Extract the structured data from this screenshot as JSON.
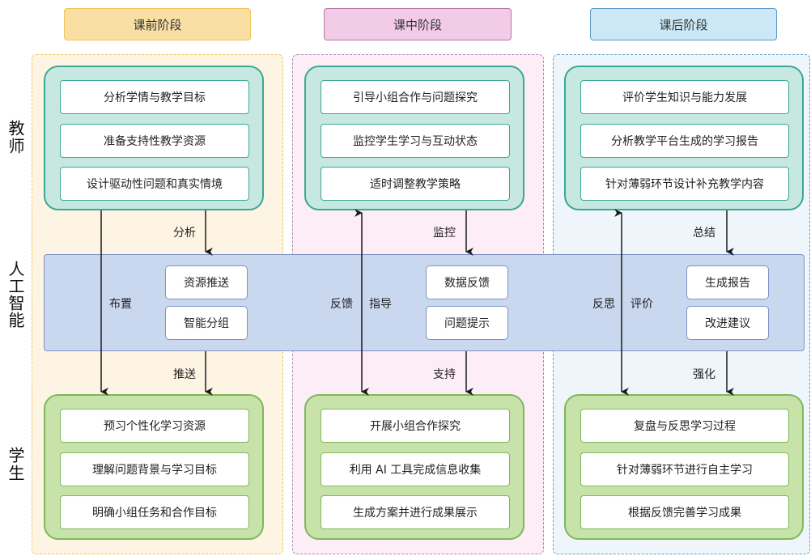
{
  "phases": [
    {
      "title": "课前阶段",
      "color": "#f9dfa4"
    },
    {
      "title": "课中阶段",
      "color": "#f2cbe6"
    },
    {
      "title": "课后阶段",
      "color": "#cce8f7"
    }
  ],
  "roles": {
    "teacher": "教师",
    "ai": "人工智能",
    "student": "学生"
  },
  "columns": [
    {
      "teacher_items": [
        "分析学情与教学目标",
        "准备支持性教学资源",
        "设计驱动性问题和真实情境"
      ],
      "ai_items": [
        "资源推送",
        "智能分组"
      ],
      "student_items": [
        "预习个性化学习资源",
        "理解问题背景与学习目标",
        "明确小组任务和合作目标"
      ],
      "labels": {
        "teacher_to_ai": "分析",
        "ai_to_student": "推送",
        "left_primary": "布置",
        "left_secondary": ""
      }
    },
    {
      "teacher_items": [
        "引导小组合作与问题探究",
        "监控学生学习与互动状态",
        "适时调整教学策略"
      ],
      "ai_items": [
        "数据反馈",
        "问题提示"
      ],
      "student_items": [
        "开展小组合作探究",
        "利用 AI 工具完成信息收集",
        "生成方案并进行成果展示"
      ],
      "labels": {
        "teacher_to_ai": "监控",
        "ai_to_student": "支持",
        "left_primary": "反馈",
        "left_secondary": "指导"
      }
    },
    {
      "teacher_items": [
        "评价学生知识与能力发展",
        "分析教学平台生成的学习报告",
        "针对薄弱环节设计补充教学内容"
      ],
      "ai_items": [
        "生成报告",
        "改进建议"
      ],
      "student_items": [
        "复盘与反思学习过程",
        "针对薄弱环节进行自主学习",
        "根据反馈完善学习成果"
      ],
      "labels": {
        "teacher_to_ai": "总结",
        "ai_to_student": "强化",
        "left_primary": "反思",
        "left_secondary": "评价"
      }
    }
  ],
  "colors": {
    "teacher_group": "#c6e8e1",
    "student_group": "#c7e3a9",
    "ai_band": "#c9d8ef",
    "arrow": "#1a1a1a"
  }
}
